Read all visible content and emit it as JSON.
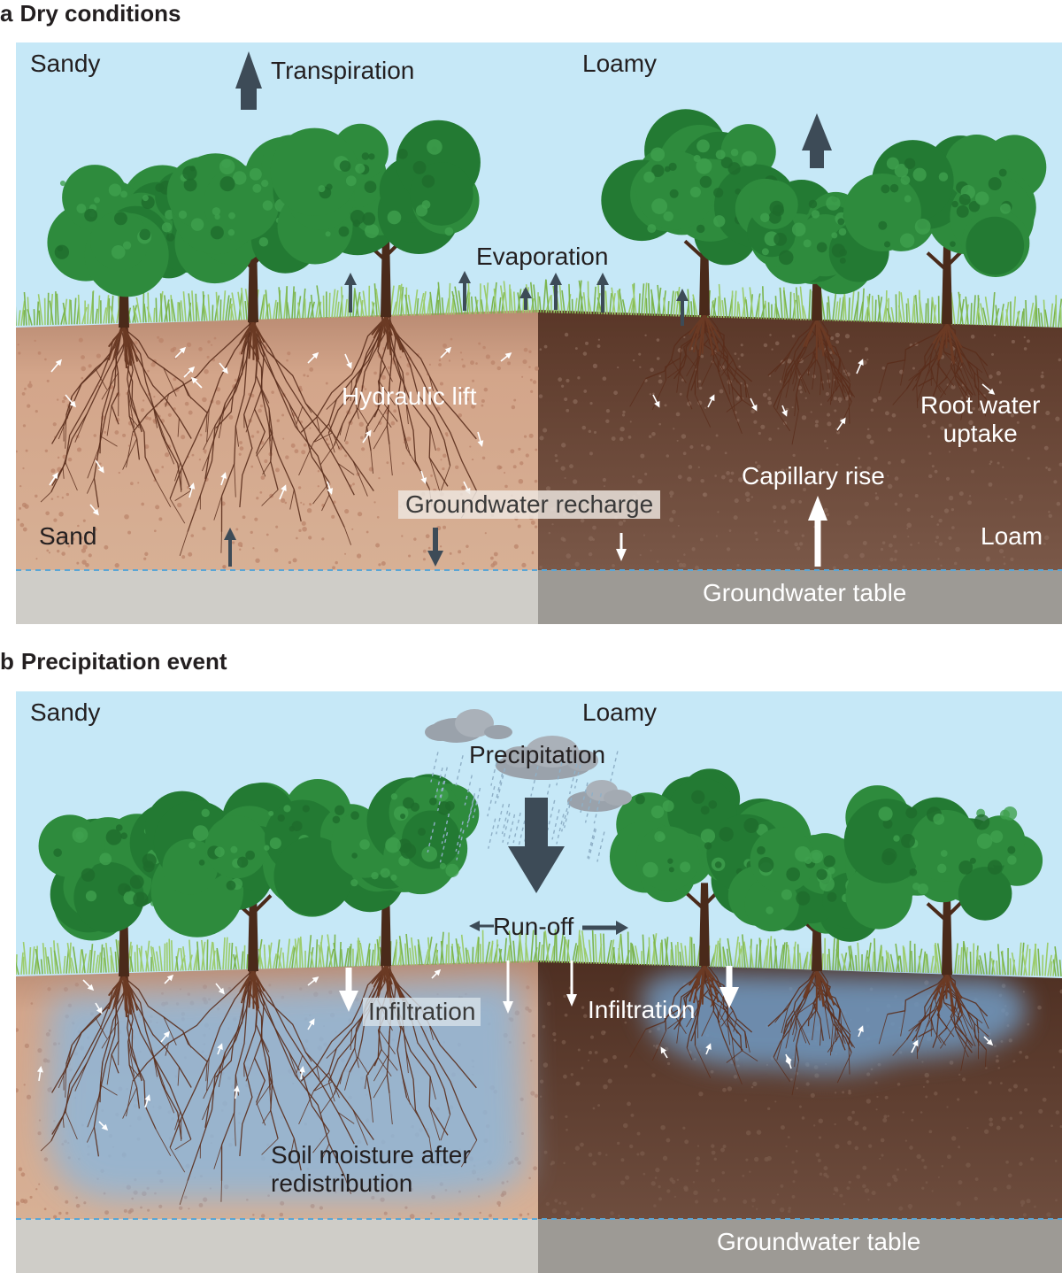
{
  "panels": {
    "a": {
      "letter": "a",
      "title": "Dry conditions",
      "labels": {
        "sandy": "Sandy",
        "loamy": "Loamy",
        "transpiration": "Transpiration",
        "evaporation": "Evaporation",
        "hydraulic_lift": "Hydraulic lift",
        "root_water_uptake_1": "Root water",
        "root_water_uptake_2": "uptake",
        "capillary_rise": "Capillary rise",
        "groundwater_recharge": "Groundwater recharge",
        "sand": "Sand",
        "loam": "Loam",
        "groundwater_table": "Groundwater table"
      }
    },
    "b": {
      "letter": "b",
      "title": "Precipitation event",
      "labels": {
        "sandy": "Sandy",
        "loamy": "Loamy",
        "precipitation": "Precipitation",
        "run_off": "Run-off",
        "infiltration_left": "Infiltration",
        "infiltration_right": "Infiltration",
        "soil_moisture_1": "Soil moisture after",
        "soil_moisture_2": "redistribution",
        "groundwater_table": "Groundwater table"
      }
    }
  },
  "colors": {
    "sky": "#c6e8f7",
    "sand": "#d2a086",
    "loam": "#6b4637",
    "bedrock_left": "#cfcdc8",
    "bedrock_right": "#9d9a95",
    "tree_canopy": "#2e8b3d",
    "tree_trunk": "#4a2a1a",
    "grass": "#7cb54f",
    "arrow_dark": "#3d4b57",
    "moisture": "#8fb6d8"
  },
  "icons": [
    "tree-icon",
    "cloud-icon",
    "arrow-icon",
    "root-icon"
  ]
}
